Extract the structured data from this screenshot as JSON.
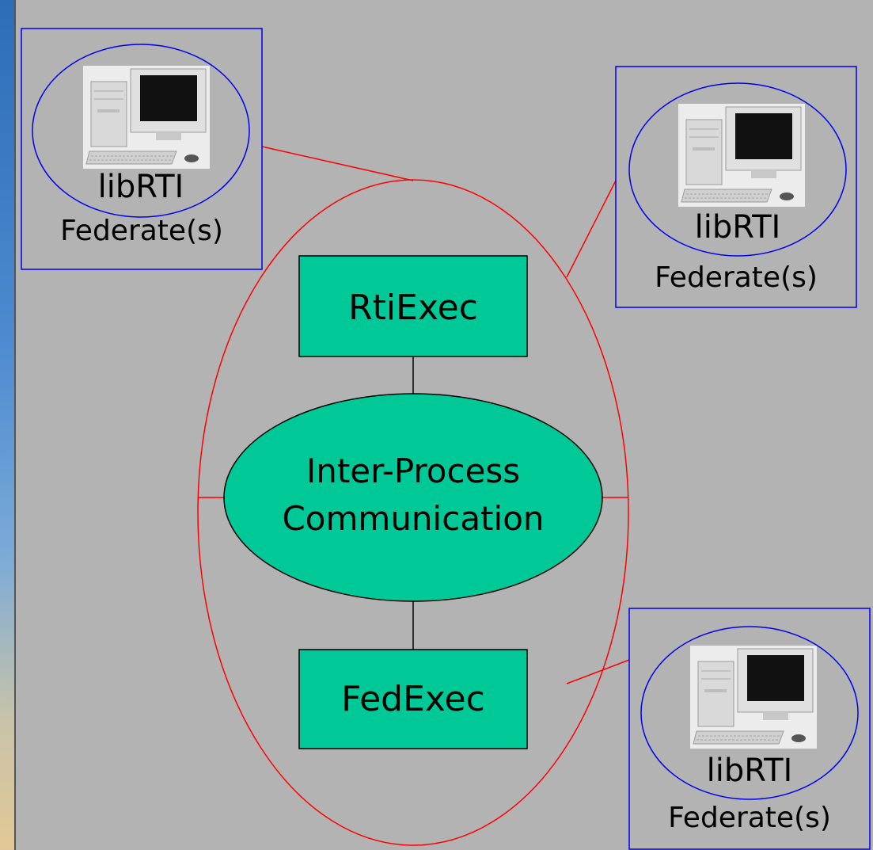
{
  "diagram": {
    "rti_exec": "RtiExec",
    "fed_exec": "FedExec",
    "ipc_line1": "Inter-Process",
    "ipc_line2": "Communication",
    "federates": [
      {
        "lib": "libRTI",
        "label": "Federate(s)"
      },
      {
        "lib": "libRTI",
        "label": "Federate(s)"
      },
      {
        "lib": "libRTI",
        "label": "Federate(s)"
      }
    ]
  },
  "colors": {
    "box_fill": "#00c896",
    "connector": "#ff0000",
    "federate_border": "#0000ee",
    "background": "#b3b3b3"
  },
  "icons": [
    "desktop-computer-icon"
  ]
}
